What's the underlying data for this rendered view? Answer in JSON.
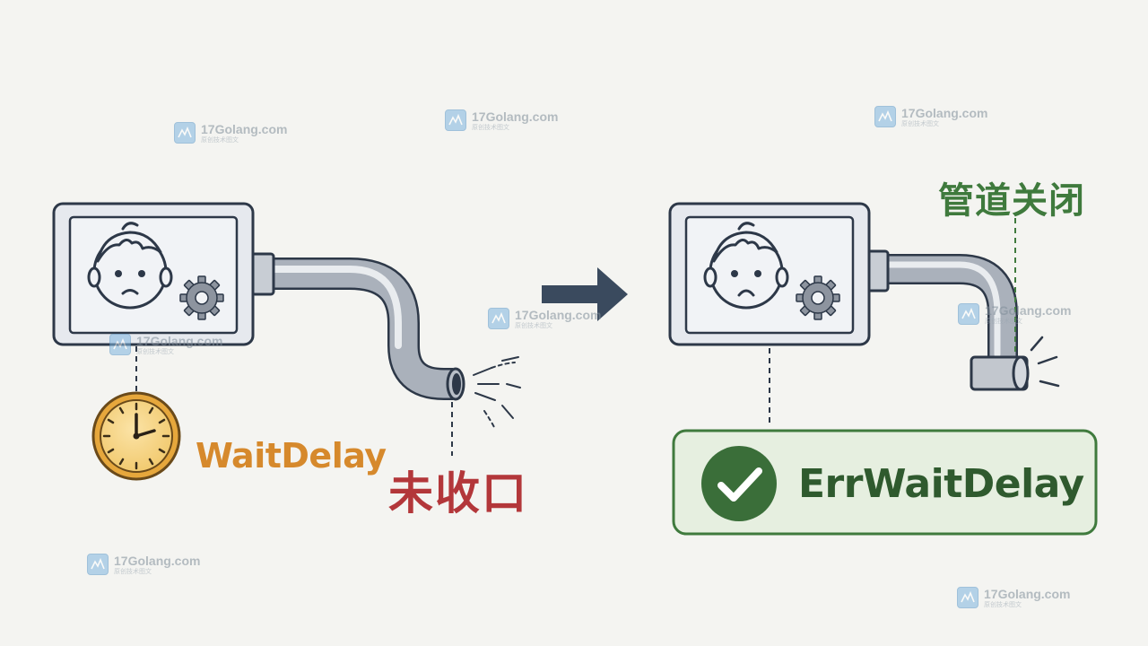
{
  "labels": {
    "wait_delay": "WaitDelay",
    "unclosed": "未收口",
    "pipe_closed": "管道关闭",
    "err_wait_delay": "ErrWaitDelay"
  },
  "watermarks": [
    {
      "domain": "17Golang.com",
      "subtitle": "原创技术图文"
    },
    {
      "domain": "17Golang.com",
      "subtitle": "原创技术图文"
    },
    {
      "domain": "17Golang.com",
      "subtitle": "原创技术图文"
    },
    {
      "domain": "17Golang.com",
      "subtitle": "原创技术图文"
    },
    {
      "domain": "17Golang.com",
      "subtitle": "原创技术图文"
    },
    {
      "domain": "17Golang.com",
      "subtitle": "原创技术图文"
    },
    {
      "domain": "17Golang.com",
      "subtitle": "原创技术图文"
    },
    {
      "domain": "17Golang.com",
      "subtitle": "原创技术图文"
    }
  ],
  "colors": {
    "background": "#f4f4f1",
    "outline": "#2d3848",
    "wait_delay": "#d6892c",
    "unclosed": "#b3373a",
    "success": "#3f7a3d",
    "success_fill": "#e6efe0",
    "pipe": "#9aa1ad",
    "arrow": "#3a4a5e"
  },
  "icons": {
    "face_left": "sad-face-icon",
    "face_right": "sad-face-icon",
    "gear": "gear-icon",
    "clock": "clock-icon",
    "check": "check-circle-icon",
    "arrow": "right-arrow-icon"
  }
}
